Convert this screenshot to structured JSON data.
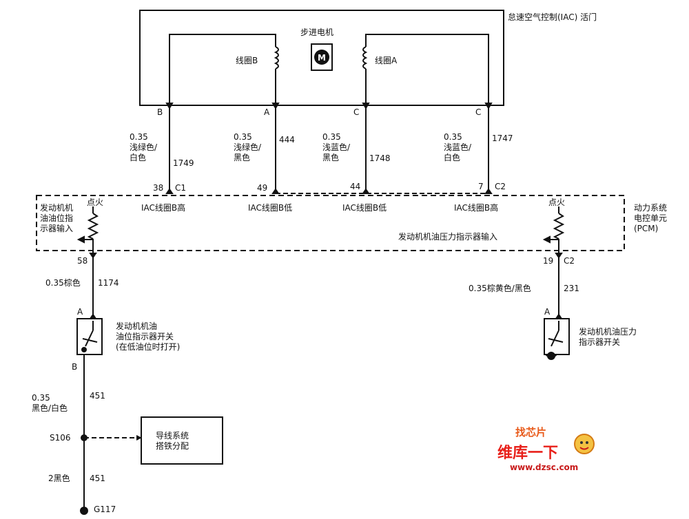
{
  "iac": {
    "title": "怠速空气控制(IAC) 活门",
    "motor_label": "步进电机",
    "coil_b": "线圈B",
    "coil_a": "线圈A",
    "pins": [
      "B",
      "A",
      "C",
      "C"
    ]
  },
  "wires_top": [
    {
      "gauge": "0.35",
      "color": "浅绿色/\n白色",
      "circuit": "1749",
      "pin": "38",
      "conn": "C1"
    },
    {
      "gauge": "0.35",
      "color": "浅绿色/\n黑色",
      "circuit": "444",
      "pin": "49",
      "conn": ""
    },
    {
      "gauge": "0.35",
      "color": "浅蓝色/\n黑色",
      "circuit": "1748",
      "pin": "44",
      "conn": ""
    },
    {
      "gauge": "0.35",
      "color": "浅蓝色/\n白色",
      "circuit": "1747",
      "pin": "7",
      "conn": "C2"
    }
  ],
  "pcm": {
    "title": "动力系统\n电控单元\n(PCM)",
    "ignition_left": "点火",
    "ignition_right": "点火",
    "input_left": "发动机机\n油油位指\n示器输入",
    "input_pressure": "发动机机油压力指示器输入",
    "signals": [
      "IAC线圈B高",
      "IAC线圈B低",
      "IAC线圈B低",
      "IAC线圈B高"
    ]
  },
  "left_circuit": {
    "pin": "58",
    "wire": "0.35棕色",
    "circuit": "1174",
    "switch_pin_a": "A",
    "switch_pin_b": "B",
    "switch_label": "发动机机油\n油位指示器开关\n(在低油位时打开)",
    "ground_wire_gauge": "0.35\n黑色/白色",
    "ground_circuit": "451",
    "splice": "S106",
    "ground_dist": "导线系统\n搭铁分配",
    "wire2": "2黑色",
    "circuit2": "451",
    "ground": "G117"
  },
  "right_circuit": {
    "pin": "19",
    "conn": "C2",
    "wire": "0.35棕黄色/黑色",
    "circuit": "231",
    "switch_pin_a": "A",
    "switch_label": "发动机机油压力\n指示器开关"
  },
  "watermark": {
    "top": "找芯片",
    "brand": "维库一下",
    "url": "www.dzsc.com"
  }
}
